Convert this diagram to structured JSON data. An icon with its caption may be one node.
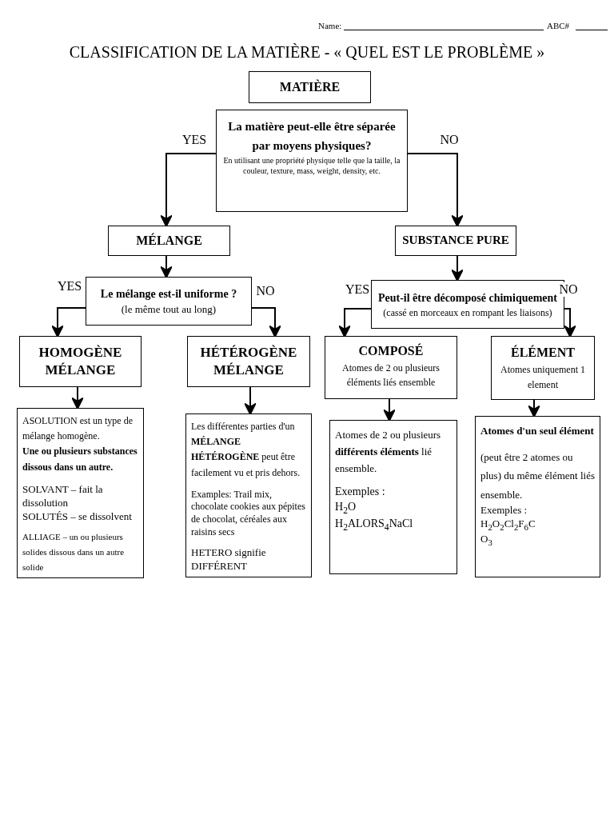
{
  "diagram": {
    "title": "CLASSIFICATION DE LA MATIÈRE - « QUEL EST LE PROBLÈME »",
    "nodes": [
      {
        "text": [
          "MATIÈRE"
        ]
      },
      {
        "text": [
          "La matière peut-elle être séparée par moyens physiques?",
          "En utilisant une propriété physique telle que la taille, la couleur, texture, mass, weight, density, etc."
        ]
      },
      {
        "text": [
          "MÉLANGE"
        ]
      },
      {
        "text": [
          "SUBSTANCE PURE"
        ]
      },
      {
        "text": [
          "Le mélange est-il uniforme ?",
          "(le même tout au long)"
        ]
      },
      {
        "text": [
          "Peut-il être décomposé chimiquement",
          "(cassé en morceaux en rompant les liaisons)"
        ]
      },
      {
        "text": [
          "HOMOGÈNE MÉLANGE"
        ]
      },
      {
        "text": [
          "HÉTÉROGÈNE MÉLANGE"
        ]
      },
      {
        "text": [
          "COMPOSÉ",
          "Atomes de 2 ou plusieurs éléments liés ensemble"
        ]
      },
      {
        "text": [
          "ÉLÉMENT",
          "Atomes uniquement 1 element"
        ]
      },
      {
        "text": [
          "ASOLUTION est un type de mélange homogène.",
          "Une ou plusieurs substances dissous dans un autre.",
          "SOLVANT – fait la dissolution",
          "SOLUTÉS – se dissolvent",
          "ALLIAGE – un ou plusieurs solides dissous dans un autre solide"
        ]
      },
      {
        "text": [
          "Les différentes parties d'un **MÉLANGE HÉTÉROGÈNE** peut être facilement vu et pris dehors.",
          "Examples: Trail mix, chocolate cookies aux pépites de chocolat, céréales aux raisins secs",
          "HETERO signifie DIFFÉRENT"
        ]
      },
      {
        "text": [
          "Atomes de 2 ou plusieurs **différents éléments** lié ensemble.",
          "Exemples :",
          "H$_{2}$O",
          "H$_{2}$ALORS$_{4}$NaCl"
        ]
      },
      {
        "text": [
          "Atomes d'un seul élément",
          "(peut être 2 atomes ou plus) du même élément liés ensemble.",
          "Exemples :",
          "H$_{2}$O$_{2}$Cl$_{2}$F$_{6}$C",
          "O$_{3}$"
        ]
      }
    ],
    "edges": [
      {
        "from": 1,
        "to": 2,
        "arrow": "to",
        "label": "YES"
      },
      {
        "from": 1,
        "to": 3,
        "arrow": "to",
        "label": "NO"
      },
      {
        "from": 2,
        "to": 4,
        "arrow": "to"
      },
      {
        "from": 3,
        "to": 5,
        "arrow": "to"
      },
      {
        "from": 4,
        "to": 6,
        "arrow": "to",
        "label": "YES"
      },
      {
        "from": 4,
        "to": 7,
        "arrow": "to",
        "label": "NO"
      },
      {
        "from": 5,
        "to": 8,
        "arrow": "to",
        "label": "YES"
      },
      {
        "from": 5,
        "to": 9,
        "arrow": "to",
        "label": "NO"
      },
      {
        "from": 6,
        "to": 10,
        "arrow": "to"
      },
      {
        "from": 7,
        "to": 11,
        "arrow": "to"
      },
      {
        "from": 8,
        "to": 12,
        "arrow": "to"
      },
      {
        "from": 9,
        "to": 13,
        "arrow": "to"
      }
    ],
    "labels": [
      "Name:",
      "ABC#"
    ]
  }
}
